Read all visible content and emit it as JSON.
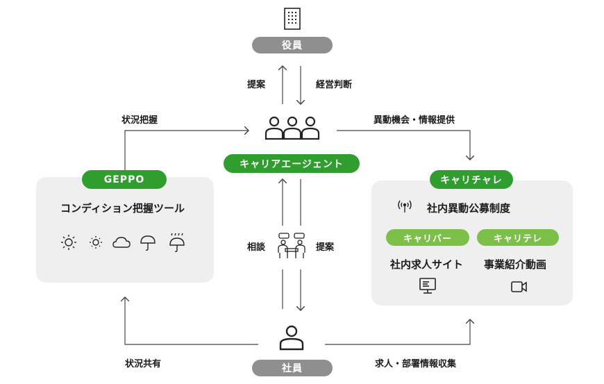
{
  "nodes": {
    "executives": "役員",
    "career_agent": "キャリアエージェント",
    "employee": "社員",
    "geppo": "GEPPO",
    "careercha": "キャリチャレ",
    "caribar": "キャリバー",
    "caritele": "キャリテレ"
  },
  "panels": {
    "geppo_tool": "コンディション把握ツール",
    "internal_transfer": "社内異動公募制度",
    "internal_job_site": "社内求人サイト",
    "business_video": "事業紹介動画"
  },
  "edges": {
    "proposal_top": "提案",
    "management_decision": "経営判断",
    "status_grasp_top": "状況把握",
    "transfer_info": "異動機会・情報提供",
    "consult": "相談",
    "proposal_mid": "提案",
    "status_share": "状況共有",
    "job_info_collect": "求人・部署情報収集"
  },
  "colors": {
    "green": "#2f9e2f",
    "light_green": "#7cc04a",
    "gray": "#8f8f8f",
    "panel_bg": "#efefef"
  },
  "icons": [
    "building-icon",
    "people-group-icon",
    "meeting-icon",
    "person-icon",
    "sun-icon",
    "sun-small-icon",
    "cloud-icon",
    "umbrella-icon",
    "umbrella-rain-icon",
    "broadcast-icon",
    "monitor-icon",
    "video-camera-icon"
  ]
}
